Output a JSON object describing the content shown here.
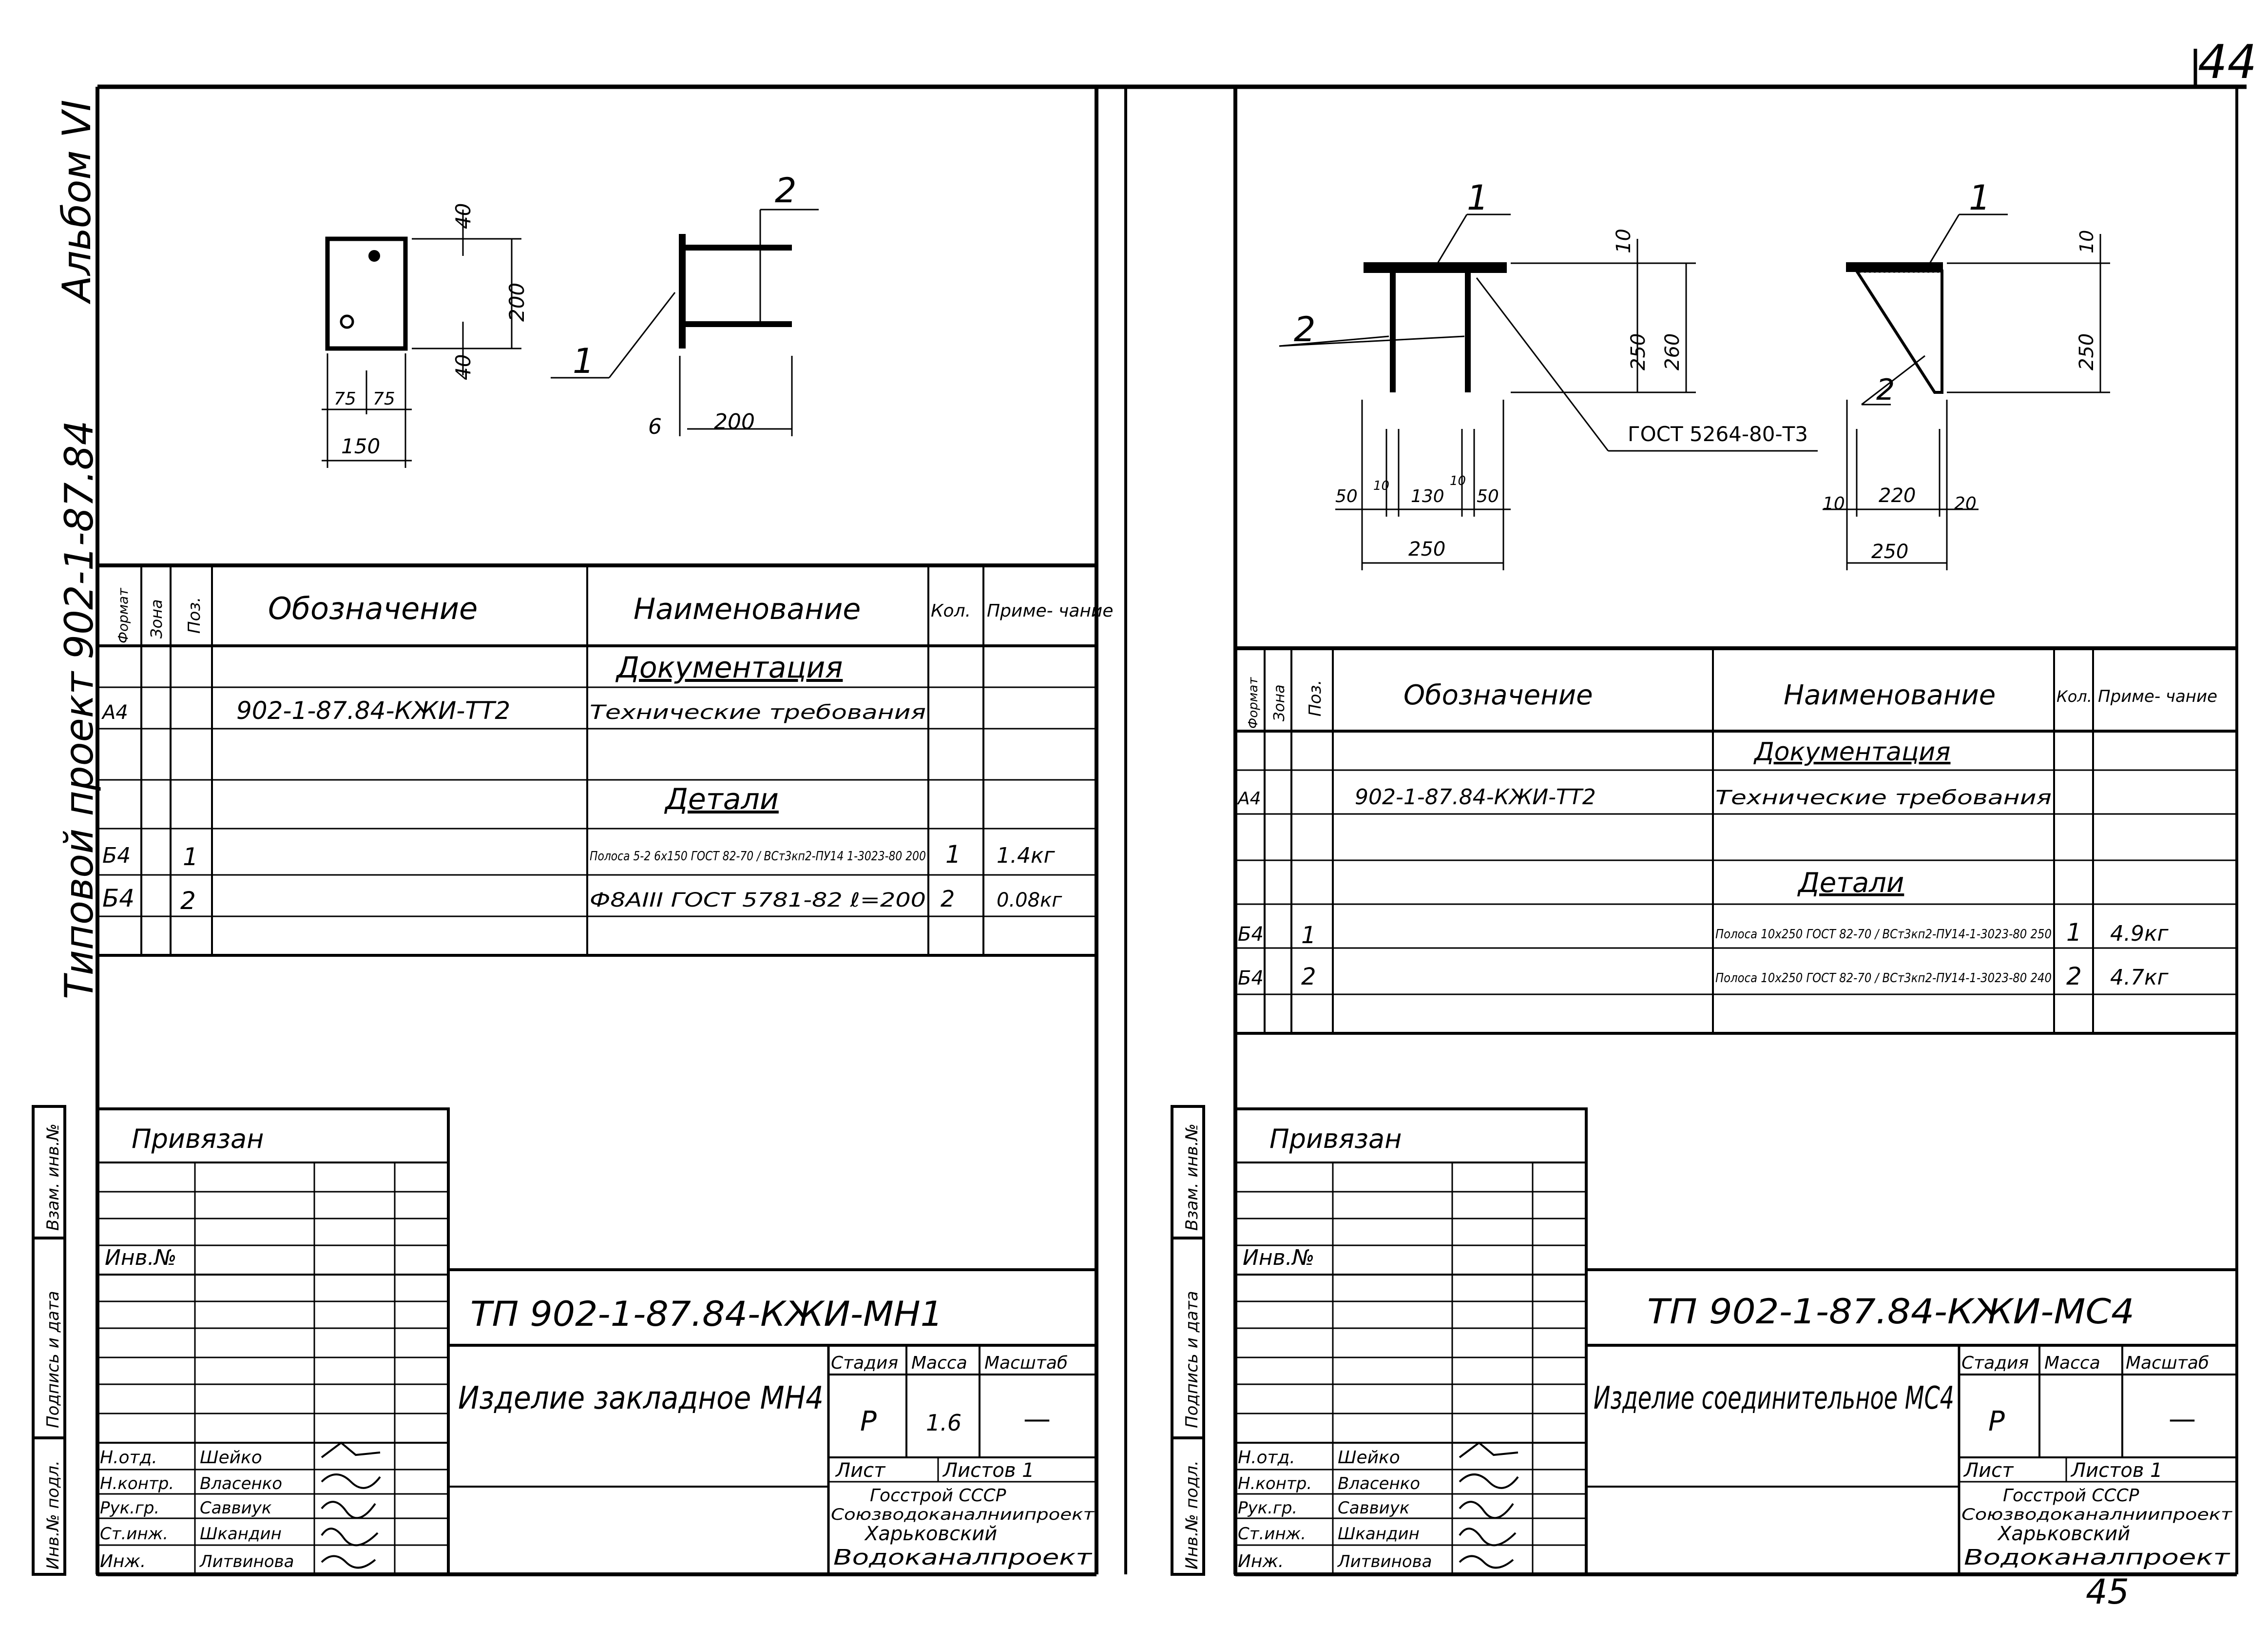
{
  "page": {
    "number": "44",
    "bottom_number": "45"
  },
  "side": {
    "album": "Альбом VI",
    "project": "Типовой проект  902-1-87.84",
    "stamp": [
      "Инв.№ подл.",
      "Подпись и дата",
      "Взам. инв.№"
    ]
  },
  "sheet1": {
    "drawing_labels": {
      "d40a": "40",
      "d200": "200",
      "d40b": "40",
      "d75a": "75",
      "d75b": "75",
      "d150": "150",
      "d6": "6",
      "d200b": "200",
      "pos1": "1",
      "pos2": "2"
    },
    "table": {
      "headers": [
        "Формат",
        "Зона",
        "Поз.",
        "Обозначение",
        "Наименование",
        "Кол.",
        "Приме- чание"
      ],
      "rows": [
        {
          "format": "",
          "zone": "",
          "pos": "",
          "designation": "",
          "name": "Документация",
          "qty": "",
          "note": ""
        },
        {
          "format": "А4",
          "zone": "",
          "pos": "",
          "designation": "902-1-87.84-КЖИ-ТТ2",
          "name": "Технические требования",
          "qty": "",
          "note": ""
        },
        {
          "format": "",
          "zone": "",
          "pos": "",
          "designation": "",
          "name": "Детали",
          "qty": "",
          "note": ""
        },
        {
          "format": "Б4",
          "zone": "",
          "pos": "1",
          "designation": "",
          "name": "Полоса 5-2 6x150 ГОСТ 82-70 / ВСт3кп2-ПУ14 1-3023-80 200",
          "qty": "1",
          "note": "1.4кг"
        },
        {
          "format": "Б4",
          "zone": "",
          "pos": "2",
          "designation": "",
          "name": "Ф8АIII ГОСТ 5781-82 ℓ=200",
          "qty": "2",
          "note": "0.08кг"
        }
      ]
    },
    "title_block": {
      "attached": "Привязан",
      "inv": "Инв.№",
      "code": "ТП 902-1-87.84-КЖИ-МН1",
      "title": "Изделие закладное МН4",
      "stage_label": "Стадия",
      "mass_label": "Масса",
      "scale_label": "Масштаб",
      "stage": "Р",
      "mass": "1.6",
      "scale": "—",
      "sheet_label": "Лист",
      "sheets_label": "Листов 1",
      "org": [
        "Госстрой СССР",
        "Союзводоканалниипроект",
        "Харьковский",
        "Водоканалпроект"
      ],
      "signers": [
        {
          "role": "Н.отд.",
          "name": "Шейко"
        },
        {
          "role": "Н.контр.",
          "name": "Власенко"
        },
        {
          "role": "Рук.гр.",
          "name": "Саввиук"
        },
        {
          "role": "Ст.инж.",
          "name": "Шкандин"
        },
        {
          "role": "Инж.",
          "name": "Литвинова"
        }
      ]
    }
  },
  "sheet2": {
    "drawing_labels": {
      "pos1a": "1",
      "pos1b": "1",
      "pos2a": "2",
      "pos2b": "2",
      "d10a": "10",
      "d250a": "250",
      "d260": "260",
      "d10b": "10",
      "d250b": "250",
      "gost": "ГОСТ 5264-80-Т3",
      "d50a": "50",
      "d10c": "10",
      "d130": "130",
      "d10d": "10",
      "d50b": "50",
      "d250c": "250",
      "d10e": "10",
      "d220": "220",
      "d20": "20",
      "d250d": "250"
    },
    "table": {
      "headers": [
        "Формат",
        "Зона",
        "Поз.",
        "Обозначение",
        "Наименование",
        "Кол.",
        "Приме- чание"
      ],
      "rows": [
        {
          "format": "",
          "zone": "",
          "pos": "",
          "designation": "",
          "name": "Документация",
          "qty": "",
          "note": ""
        },
        {
          "format": "А4",
          "zone": "",
          "pos": "",
          "designation": "902-1-87.84-КЖИ-ТТ2",
          "name": "Технические требования",
          "qty": "",
          "note": ""
        },
        {
          "format": "",
          "zone": "",
          "pos": "",
          "designation": "",
          "name": "Детали",
          "qty": "",
          "note": ""
        },
        {
          "format": "Б4",
          "zone": "",
          "pos": "1",
          "designation": "",
          "name": "Полоса 10x250 ГОСТ 82-70 / ВСт3кп2-ПУ14-1-3023-80 250",
          "qty": "1",
          "note": "4.9кг"
        },
        {
          "format": "Б4",
          "zone": "",
          "pos": "2",
          "designation": "",
          "name": "Полоса 10x250 ГОСТ 82-70 / ВСт3кп2-ПУ14-1-3023-80 240",
          "qty": "2",
          "note": "4.7кг"
        }
      ]
    },
    "title_block": {
      "attached": "Привязан",
      "inv": "Инв.№",
      "code": "ТП 902-1-87.84-КЖИ-МС4",
      "title": "Изделие соединительное МС4",
      "stage_label": "Стадия",
      "mass_label": "Масса",
      "scale_label": "Масштаб",
      "stage": "Р",
      "mass": "",
      "scale": "—",
      "sheet_label": "Лист",
      "sheets_label": "Листов 1",
      "org": [
        "Госстрой СССР",
        "Союзводоканалниипроект",
        "Харьковский",
        "Водоканалпроект"
      ],
      "signers": [
        {
          "role": "Н.отд.",
          "name": "Шейко"
        },
        {
          "role": "Н.контр.",
          "name": "Власенко"
        },
        {
          "role": "Рук.гр.",
          "name": "Саввиук"
        },
        {
          "role": "Ст.инж.",
          "name": "Шкандин"
        },
        {
          "role": "Инж.",
          "name": "Литвинова"
        }
      ]
    }
  }
}
